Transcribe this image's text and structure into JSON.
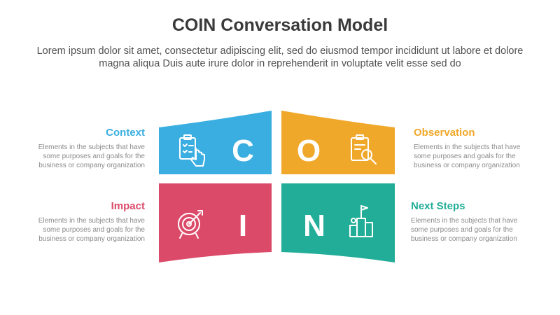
{
  "title": "COIN Conversation Model",
  "subtitle": "Lorem ipsum dolor sit amet, consectetur adipiscing elit, sed do eiusmod tempor incididunt ut labore et dolore magna aliqua Duis aute irure dolor in reprehenderit in voluptate velit esse sed do",
  "quadrants": [
    {
      "letter": "C",
      "heading": "Context",
      "description": "Elements in the subjects that have some purposes and goals for the business or company organization",
      "color": "#3aaee0",
      "icon": "clipboard-hand-icon"
    },
    {
      "letter": "O",
      "heading": "Observation",
      "description": "Elements in the subjects that have some purposes and goals for the business or company organization",
      "color": "#f0a82a",
      "icon": "clipboard-magnifier-icon"
    },
    {
      "letter": "I",
      "heading": "Impact",
      "description": "Elements in the subjects that have some purposes and goals for the business or company organization",
      "color": "#dc4a6a",
      "icon": "target-arrow-icon"
    },
    {
      "letter": "N",
      "heading": "Next Steps",
      "description": "Elements in the subjects that have some purposes and goals for the business or company organization",
      "color": "#22ad98",
      "icon": "podium-flag-icon"
    }
  ]
}
